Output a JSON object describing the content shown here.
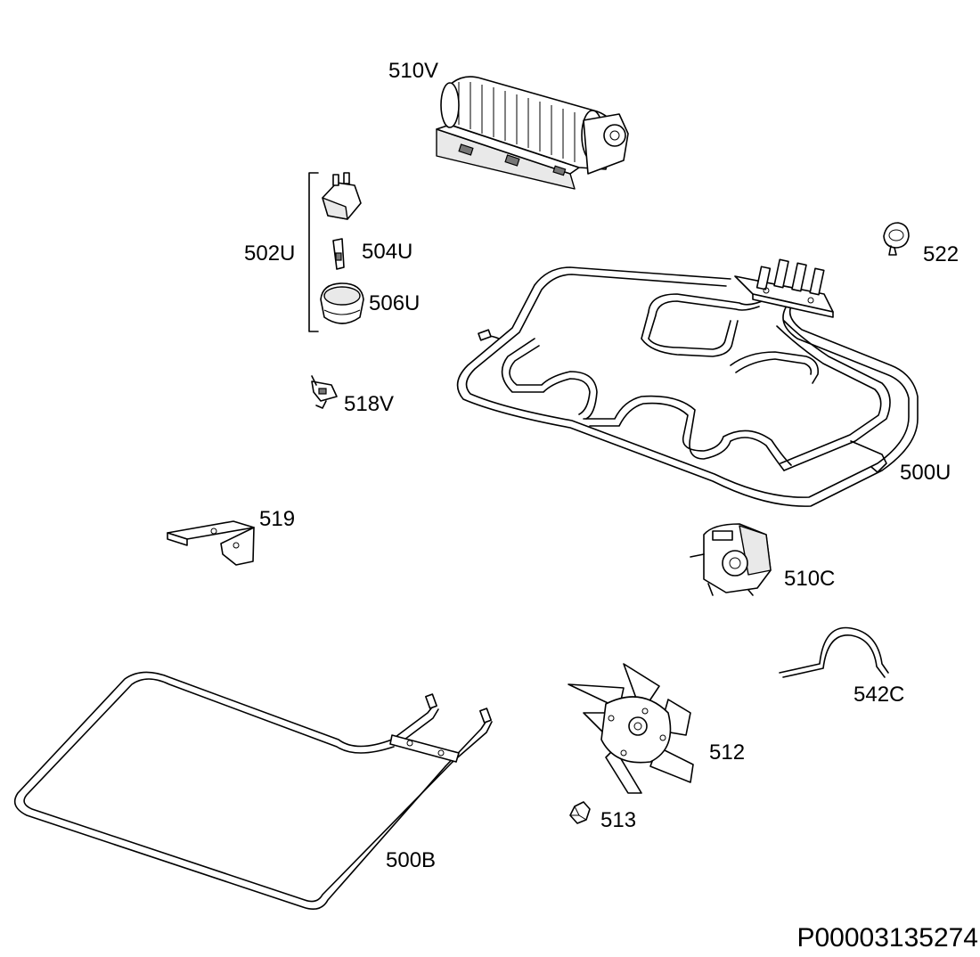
{
  "labels": {
    "l510V": "510V",
    "l502U": "502U",
    "l504U": "504U",
    "l506U": "506U",
    "l518V": "518V",
    "l522": "522",
    "l500U": "500U",
    "l519": "519",
    "l510C": "510C",
    "l542C": "542C",
    "l512": "512",
    "l513": "513",
    "l500B": "500B"
  },
  "reference": "P00003135274"
}
